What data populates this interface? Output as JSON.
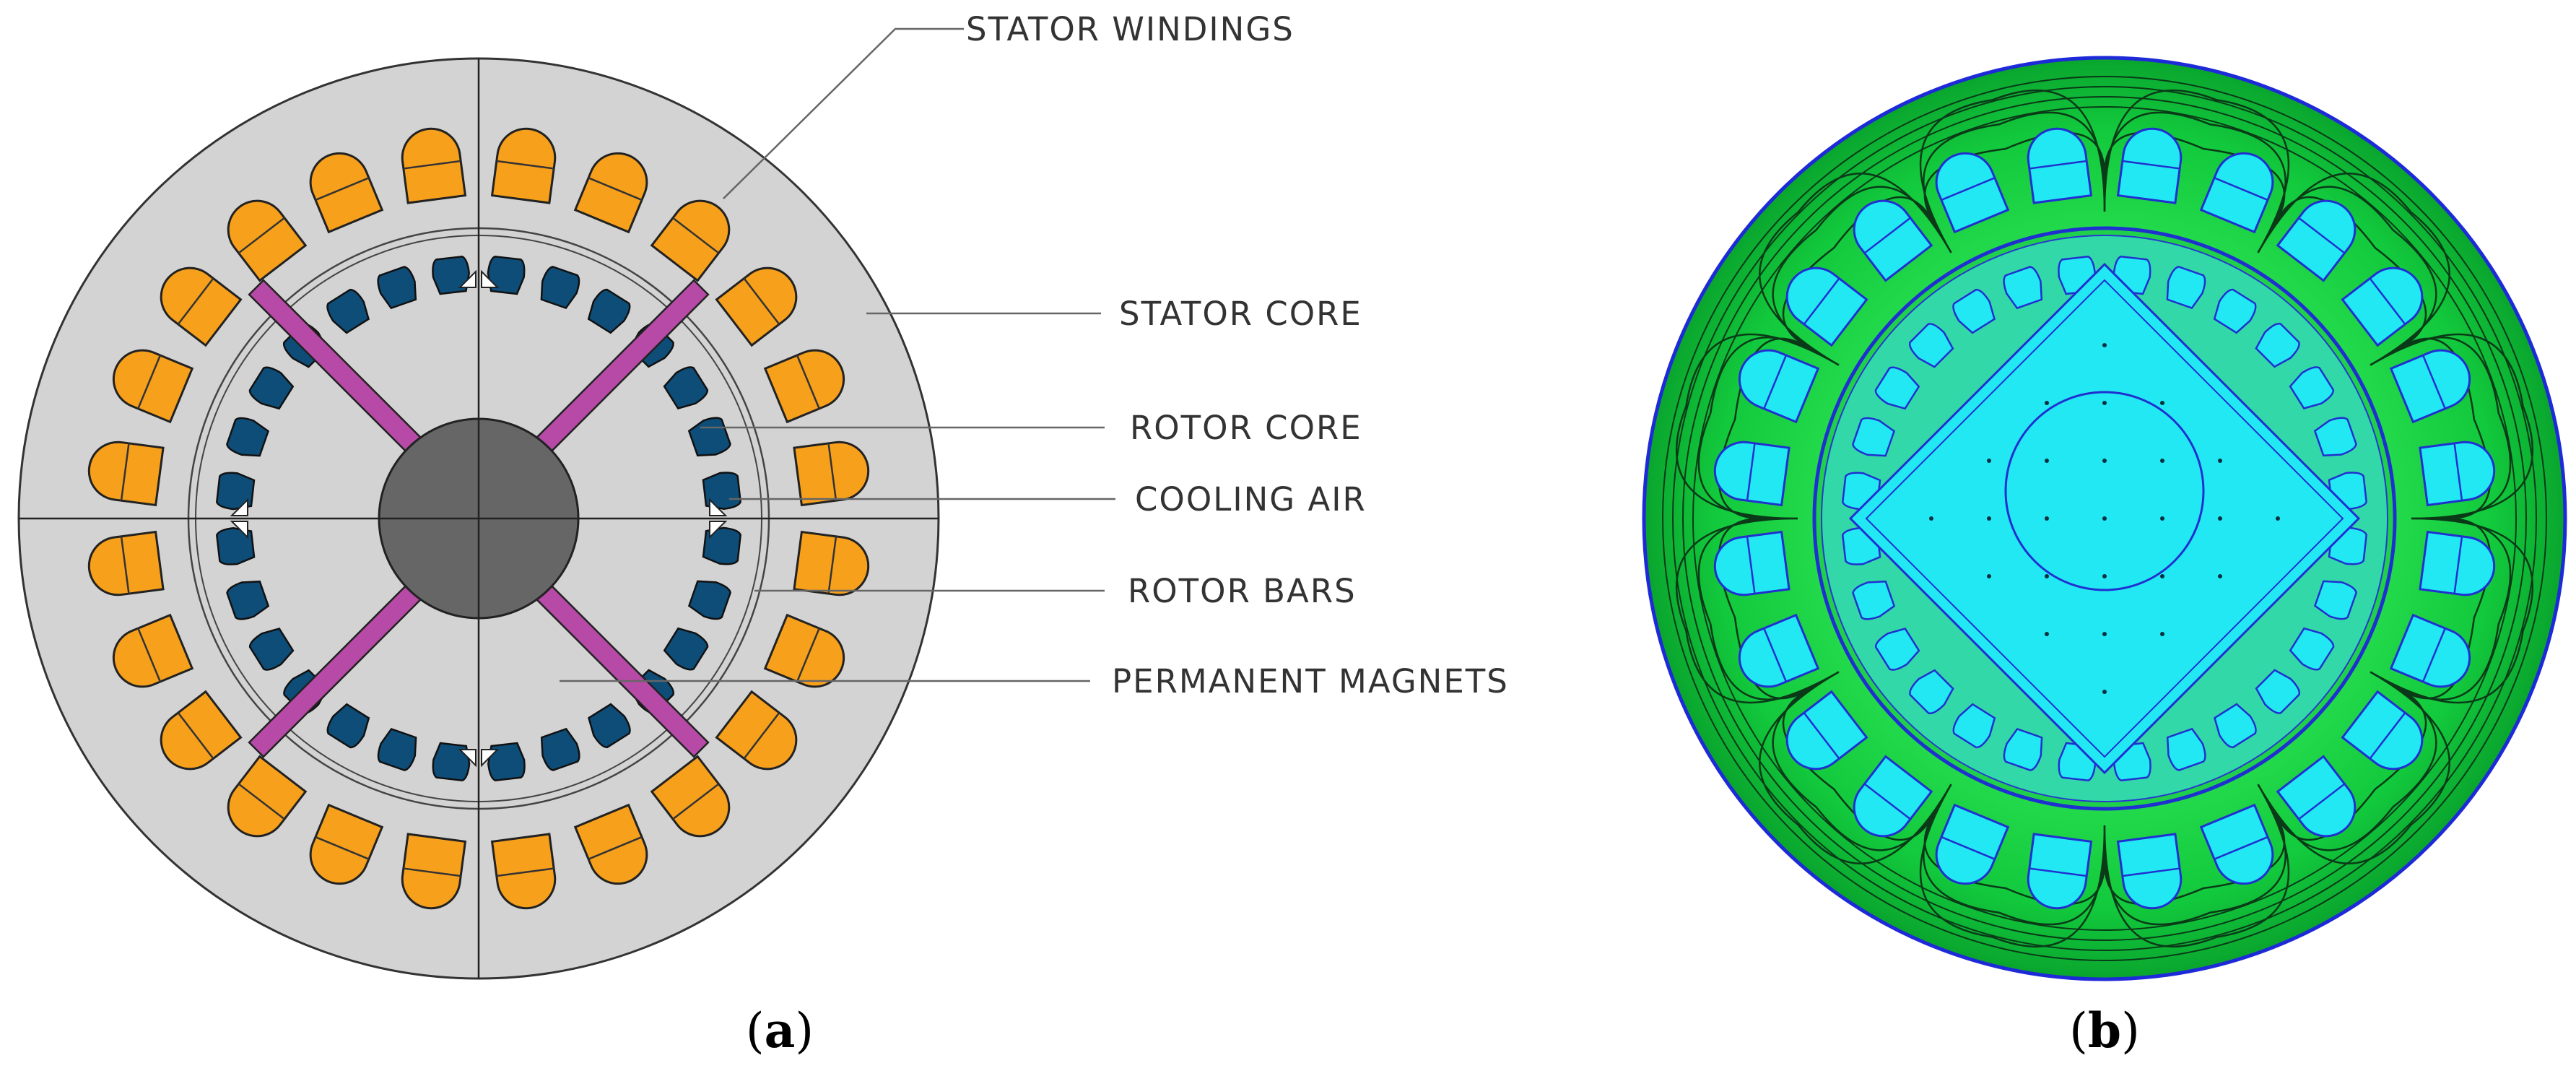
{
  "labels": {
    "stator_windings": "STATOR WINDINGS",
    "stator_core": "STATOR CORE",
    "rotor_core": "ROTOR CORE",
    "cooling_air": "COOLING AIR",
    "rotor_bars": "ROTOR BARS",
    "permanent_magnets": "PERMANENT MAGNETS"
  },
  "panels": {
    "a": {
      "open": "(",
      "letter": "a",
      "close": ")"
    },
    "b": {
      "open": "(",
      "letter": "b",
      "close": ")"
    }
  },
  "colors": {
    "stator_core": "#d3d3d3",
    "stator_windings": "#f7a01b",
    "rotor_bars": "#0d4d78",
    "permanent_magnets": "#b84aa7",
    "shaft": "#666666",
    "field_background": "#10cc40",
    "field_slots": "#22e8f4",
    "field_contours": "#2030d0"
  },
  "counts": {
    "stator_slots": 24,
    "rotor_bars": 28,
    "magnets": 4
  }
}
